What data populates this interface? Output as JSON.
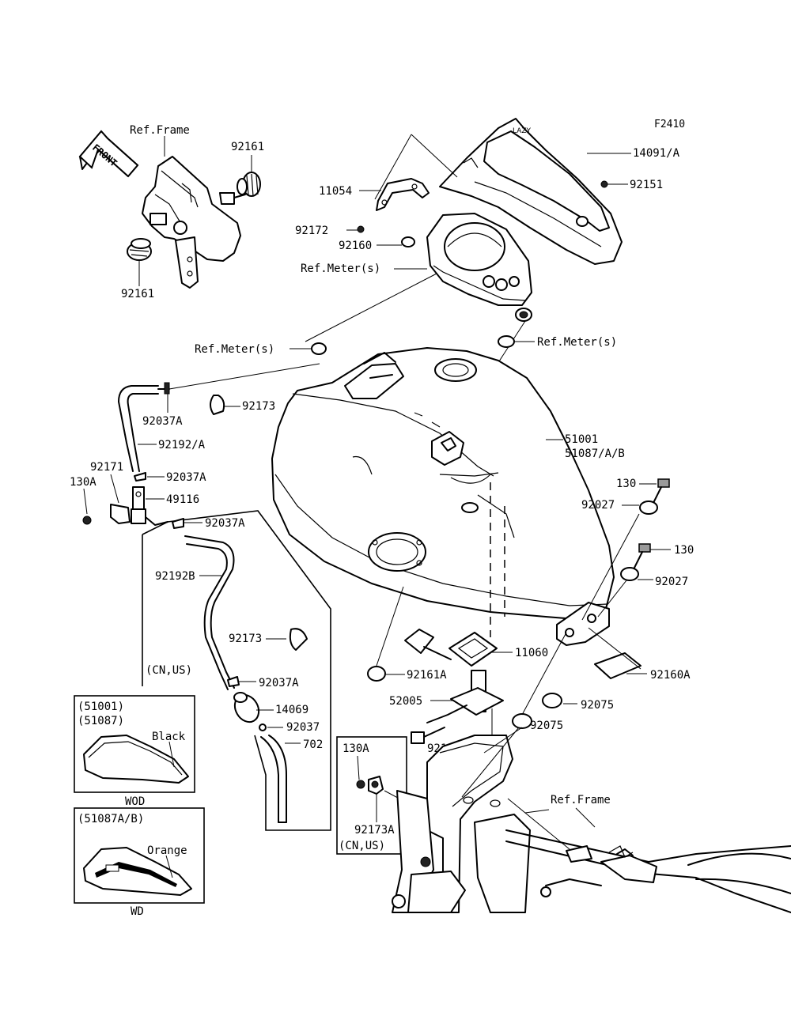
{
  "figure_id": "F2410",
  "front_label": "FRONT",
  "labels": {
    "ref_frame_top": "Ref.Frame",
    "p92161_a": "92161",
    "p92161_b": "92161",
    "p11054": "11054",
    "p14091": "14091/A",
    "p92151": "92151",
    "p92172": "92172",
    "p92160": "92160",
    "ref_meter_1": "Ref.Meter(s)",
    "ref_meter_2": "Ref.Meter(s)",
    "ref_meter_3": "Ref.Meter(s)",
    "p92037A_1": "92037A",
    "p92173_1": "92173",
    "p92192A": "92192/A",
    "p92171": "92171",
    "p130A_left": "130A",
    "p92037A_2": "92037A",
    "p49116": "49116",
    "p92037A_3": "92037A",
    "p92192B": "92192B",
    "p92173_2": "92173",
    "cn_us_left": "(CN,US)",
    "p92037A_4": "92037A",
    "p14069": "14069",
    "p92037": "92037",
    "p702": "702",
    "p51001": "51001",
    "p51087": "51087/A/B",
    "p130_1": "130",
    "p92027_1": "92027",
    "p130_2": "130",
    "p92027_2": "92027",
    "p11060": "11060",
    "p92161A": "92161A",
    "p92160A": "92160A",
    "p52005": "52005",
    "p92075_1": "92075",
    "p92075_2": "92075",
    "p92153": "92153",
    "p130A_inset": "130A",
    "p92173A": "92173A",
    "cn_us_inset": "(CN,US)",
    "ref_frame_bottom": "Ref.Frame"
  },
  "wod_inset": {
    "part_a": "(51001)",
    "part_b": "(51087)",
    "color": "Black",
    "caption": "WOD"
  },
  "wd_inset": {
    "part": "(51087A/B)",
    "color": "Orange",
    "caption": "WD"
  }
}
